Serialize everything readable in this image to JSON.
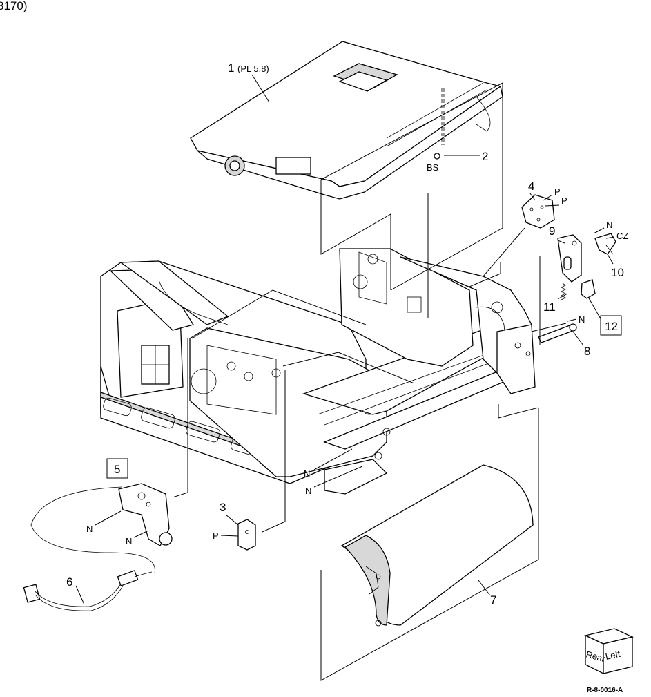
{
  "header": {
    "partial_text": "8170)"
  },
  "callouts": {
    "c1": "1",
    "c1_ref": "(PL 5.8)",
    "c2": "2",
    "c2_code": "BS",
    "c3": "3",
    "c3_code": "P",
    "c4": "4",
    "c4_code_a": "P",
    "c4_code_b": "P",
    "c5": "5",
    "c6": "6",
    "c7": "7",
    "c8": "8",
    "c8_code": "N",
    "c9": "9",
    "c10": "10",
    "c10_code_n": "N",
    "c10_code_cz": "CZ",
    "c11": "11",
    "c12": "12",
    "n_left_a": "N",
    "n_left_b": "N",
    "n_center_a": "N",
    "n_center_b": "N"
  },
  "orientation": {
    "rear": "Rear",
    "left": "Left"
  },
  "figure_id": "R-8-0016-A"
}
